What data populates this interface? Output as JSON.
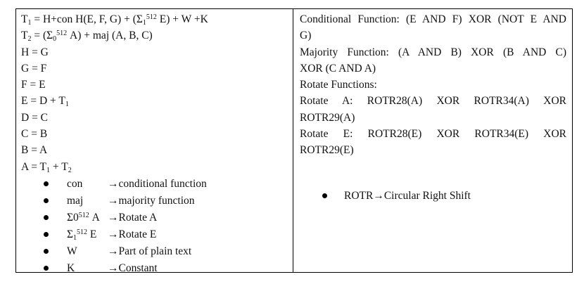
{
  "left": {
    "lines": [
      [
        {
          "t": "T"
        },
        {
          "t": "1",
          "s": "sub"
        },
        {
          "t": " = H+con H(E, F, G) + (Σ"
        },
        {
          "t": "1",
          "s": "sub"
        },
        {
          "t": "512",
          "s": "sup"
        },
        {
          "t": " E) + W +K"
        }
      ],
      [
        {
          "t": "T"
        },
        {
          "t": "2",
          "s": "sub"
        },
        {
          "t": " = (Σ"
        },
        {
          "t": "0",
          "s": "sub"
        },
        {
          "t": "512",
          "s": "sup"
        },
        {
          "t": " A) + maj (A, B, C)"
        }
      ],
      [
        {
          "t": "H = G"
        }
      ],
      [
        {
          "t": "G = F"
        }
      ],
      [
        {
          "t": "F = E"
        }
      ],
      [
        {
          "t": "E = D + T"
        },
        {
          "t": "1",
          "s": "sub"
        }
      ],
      [
        {
          "t": "D = C"
        }
      ],
      [
        {
          "t": "C = B"
        }
      ],
      [
        {
          "t": "B = A"
        }
      ],
      [
        {
          "t": "A = T"
        },
        {
          "t": "1",
          "s": "sub"
        },
        {
          "t": " + T"
        },
        {
          "t": "2",
          "s": "sub"
        }
      ]
    ],
    "bullets": [
      {
        "term": [
          {
            "t": "con"
          }
        ],
        "desc": "→conditional function"
      },
      {
        "term": [
          {
            "t": "maj"
          }
        ],
        "desc": "→majority function"
      },
      {
        "term": [
          {
            "t": "Σ0"
          },
          {
            "t": "512",
            "s": "sup"
          },
          {
            "t": " A "
          }
        ],
        "desc": "→Rotate A"
      },
      {
        "term": [
          {
            "t": "Σ"
          },
          {
            "t": "1",
            "s": "sub"
          },
          {
            "t": "512",
            "s": "sup"
          },
          {
            "t": " E "
          }
        ],
        "desc": "→Rotate E"
      },
      {
        "term": [
          {
            "t": "W"
          }
        ],
        "desc": "→Part of plain text"
      },
      {
        "term": [
          {
            "t": "K"
          }
        ],
        "desc": "→Constant"
      }
    ]
  },
  "right": {
    "lines": [
      "Conditional Function: (E AND F) XOR (NOT E AND",
      "G)",
      "Majority Function: (A AND B) XOR (B AND C)",
      "XOR (C AND A)",
      "Rotate Functions:",
      "Rotate A: ROTR28(A) XOR ROTR34(A) XOR",
      "ROTR29(A)",
      "Rotate E: ROTR28(E) XOR ROTR34(E) XOR",
      "ROTR29(E)"
    ],
    "last_flags": [
      false,
      true,
      false,
      true,
      true,
      false,
      true,
      false,
      true
    ],
    "bullet": "ROTR→Circular Right Shift"
  }
}
